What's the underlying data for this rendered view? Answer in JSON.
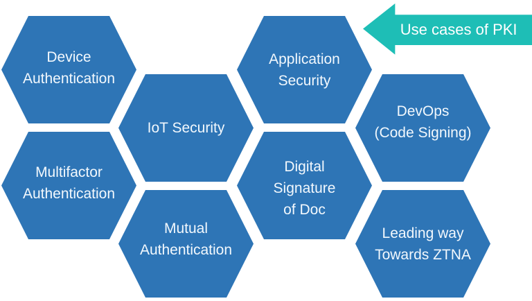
{
  "diagram": {
    "arrow": {
      "label": "Use cases of PKI"
    },
    "hexagons": [
      {
        "id": "device-authentication",
        "lines": [
          "Device",
          "Authentication"
        ]
      },
      {
        "id": "application-security",
        "lines": [
          "Application",
          "Security"
        ]
      },
      {
        "id": "iot-security",
        "lines": [
          "IoT Security"
        ]
      },
      {
        "id": "devops-code-signing",
        "lines": [
          "DevOps",
          "(Code Signing)"
        ]
      },
      {
        "id": "multifactor-authentication",
        "lines": [
          "Multifactor",
          "Authentication"
        ]
      },
      {
        "id": "digital-signature-of-doc",
        "lines": [
          "Digital",
          "Signature",
          "of Doc"
        ]
      },
      {
        "id": "mutual-authentication",
        "lines": [
          "Mutual",
          "Authentication"
        ]
      },
      {
        "id": "leading-way-towards-ztna",
        "lines": [
          "Leading way",
          "Towards ZTNA"
        ]
      }
    ],
    "colors": {
      "hexagon_fill": "#2E75B6",
      "arrow_fill": "#1EBEB6",
      "label_text": "#F2F8FD",
      "background": "#FFFFFF"
    }
  }
}
